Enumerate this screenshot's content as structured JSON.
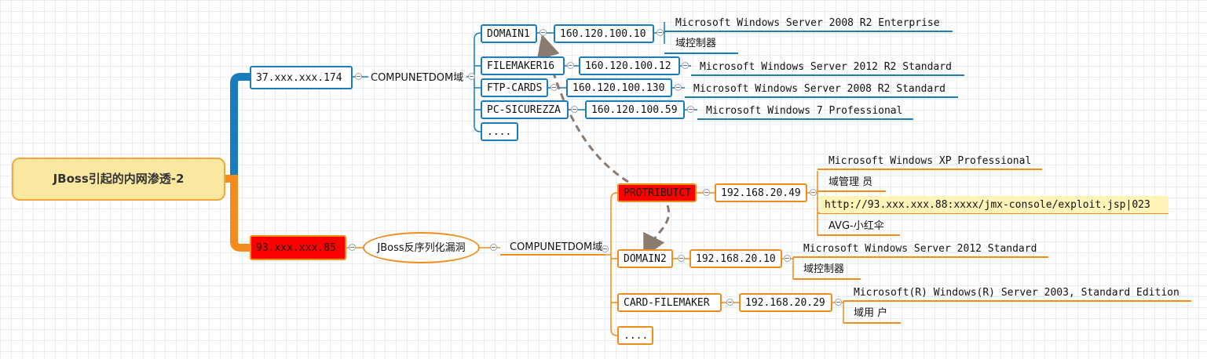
{
  "root": {
    "label": "JBoss引起的内网渗透-2"
  },
  "branch_blue": {
    "ip": "37.xxx.xxx.174",
    "domain": "COMPUNETDOM域",
    "hosts": [
      {
        "name": "DOMAIN1",
        "ip": "160.120.100.10",
        "details": [
          "Microsoft Windows Server 2008 R2 Enterprise",
          "域控制器"
        ]
      },
      {
        "name": "FILEMAKER16",
        "ip": "160.120.100.12",
        "details": [
          "Microsoft Windows Server 2012 R2 Standard"
        ]
      },
      {
        "name": "FTP-CARDS",
        "ip": "160.120.100.130",
        "details": [
          "Microsoft Windows Server 2008 R2 Standard"
        ]
      },
      {
        "name": "PC-SICUREZZA",
        "ip": "160.120.100.59",
        "details": [
          "Microsoft Windows 7 Professional"
        ]
      },
      {
        "name": "...."
      }
    ]
  },
  "branch_orange": {
    "ip": "93.xxx.xxx.85",
    "vuln": "JBoss反序列化漏洞",
    "domain": "COMPUNETDOM域",
    "hosts": [
      {
        "name": "PROTRIBUTCT",
        "ip": "192.168.20.49",
        "details": [
          "Microsoft Windows XP Professional",
          "域管理 员",
          "http://93.xxx.xxx.88:xxxx/jmx-console/exploit.jsp|023",
          "AVG-小红伞"
        ]
      },
      {
        "name": "DOMAIN2",
        "ip": "192.168.20.10",
        "details": [
          "Microsoft Windows Server 2012 Standard",
          "域控制器"
        ]
      },
      {
        "name": "CARD-FILEMAKER",
        "ip": "192.168.20.29",
        "details": [
          "Microsoft(R) Windows(R) Server 2003, Standard Edition",
          "域用 户"
        ]
      },
      {
        "name": "...."
      }
    ]
  },
  "colors": {
    "blue": "#1a7bbd",
    "orange": "#f28c1c",
    "highlight": "#ff0000",
    "root_fill": "#fbe8a0",
    "arrow": "#8a7b6e"
  }
}
